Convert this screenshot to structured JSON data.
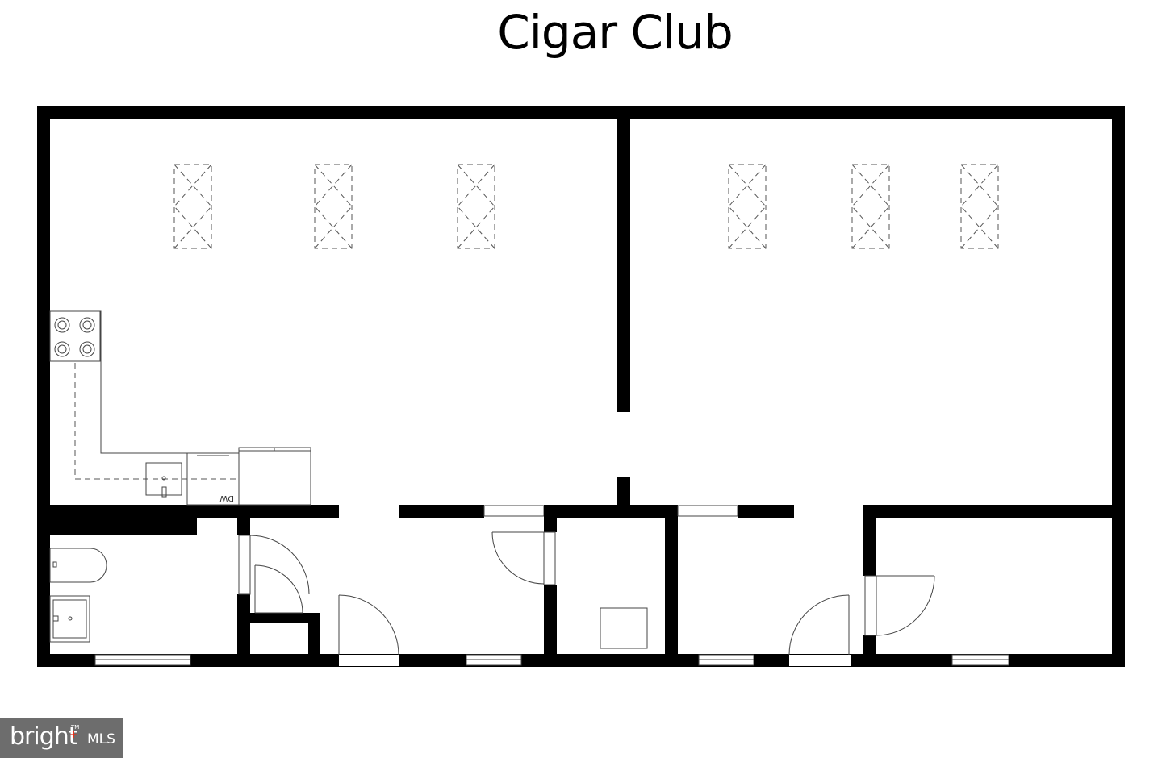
{
  "title": "Cigar Club",
  "appliance_label": "DW",
  "watermark": {
    "brand": "bright",
    "mls": "MLS",
    "tm": "TM",
    "accent_color": "#e8331c"
  },
  "colors": {
    "wall": "#000000",
    "background": "#ffffff",
    "watermark_bg": "#6d6d6d"
  },
  "icons": [
    "skylight-icon",
    "stove-icon",
    "sink-icon",
    "toilet-icon",
    "door-swing-icon",
    "window-icon"
  ]
}
